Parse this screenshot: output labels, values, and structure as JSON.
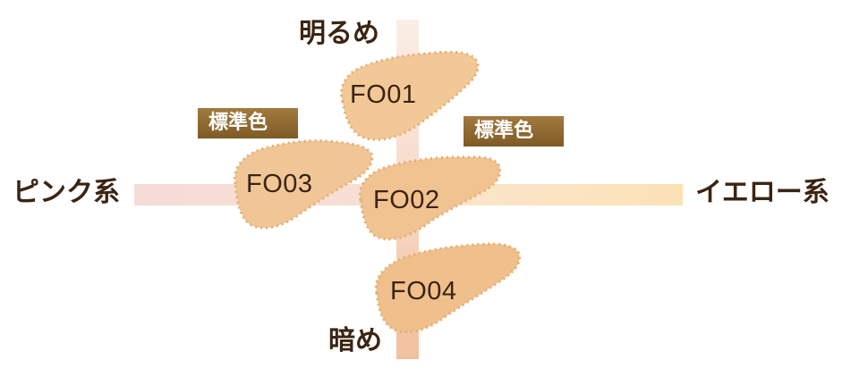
{
  "axes": {
    "top_label": "明るめ",
    "bottom_label": "暗め",
    "left_label": "ピンク系",
    "right_label": "イエロー系"
  },
  "badges": {
    "left": "標準色",
    "right": "標準色"
  },
  "swatches": {
    "fo01": {
      "label": "FO01",
      "color": "#f2c996"
    },
    "fo02": {
      "label": "FO02",
      "color": "#f0c391"
    },
    "fo03": {
      "label": "FO03",
      "color": "#f1c696"
    },
    "fo04": {
      "label": "FO04",
      "color": "#efc08c"
    }
  },
  "colors": {
    "text": "#3b2412",
    "badge_top": "#a27a3e",
    "badge_bottom": "#7e5a25",
    "axis_vertical_top": "#fbeee6",
    "axis_vertical_bottom": "#f1c09f",
    "axis_left": "#f6dcd6",
    "axis_right": "#fbe2b6"
  }
}
